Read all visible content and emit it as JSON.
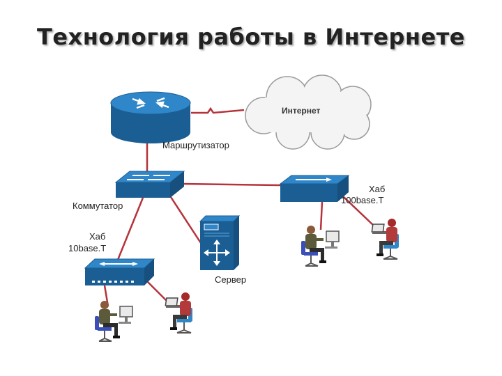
{
  "title": "Технология работы в Интернете",
  "labels": {
    "internet": "Интернет",
    "router": "Маршрутизатор",
    "switch": "Коммутатор",
    "hub_left_line1": "Хаб",
    "hub_left_line2": "10base.T",
    "hub_right_line1": "Хаб",
    "hub_right_line2": "100base.T",
    "server": "Сервер"
  },
  "colors": {
    "device_blue": "#2f86c8",
    "device_dark": "#1b5e94",
    "link_red": "#b5333a",
    "cloud_fill": "#f4f4f4",
    "cloud_stroke": "#9a9a9a"
  }
}
